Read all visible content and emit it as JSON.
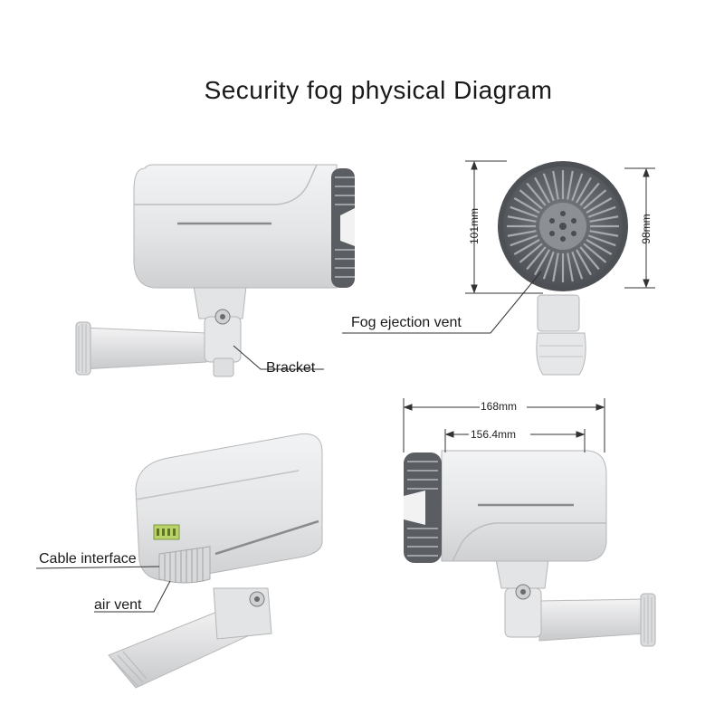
{
  "title": "Security fog physical Diagram",
  "labels": {
    "bracket": "Bracket",
    "fog_vent": "Fog ejection vent",
    "cable_interface": "Cable interface",
    "air_vent": "air vent"
  },
  "dimensions": {
    "height_left": "101mm",
    "height_right": "98mm",
    "length_total": "168mm",
    "length_body": "156.4mm"
  },
  "colors": {
    "body": "#e6e7e8",
    "shade": "#c9cacc",
    "dark": "#5c5f63",
    "line": "#333333",
    "connector": "#b9d36a"
  }
}
